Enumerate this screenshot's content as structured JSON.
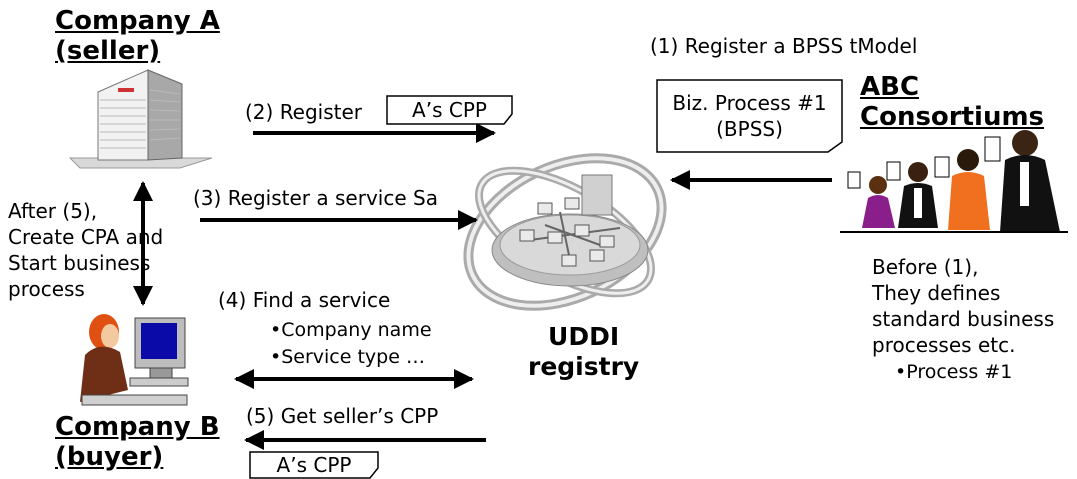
{
  "company_a": {
    "line1": "Company A",
    "line2": "(seller)"
  },
  "company_b": {
    "line1": "Company B",
    "line2": "(buyer)"
  },
  "abc": {
    "line1": "ABC",
    "line2": "Consortiums"
  },
  "uddi": {
    "line1": "UDDI",
    "line2": "registry"
  },
  "step1": "(1) Register a BPSS tModel",
  "step2": "(2) Register",
  "step2_doc": "A’s CPP",
  "step3": "(3) Register a service Sa",
  "step4": "(4) Find a service",
  "step4_bullets": [
    "•Company name",
    "•Service type …"
  ],
  "step5": "(5) Get seller’s CPP",
  "step5_doc": "A’s CPP",
  "biz_doc": {
    "line1": "Biz. Process #1",
    "line2": "(BPSS)"
  },
  "after5": [
    "After (5),",
    "Create CPA and",
    "Start business",
    "process"
  ],
  "before1": [
    "Before (1),",
    "They defines",
    "standard business",
    "processes etc."
  ],
  "before1_bullet": "•Process #1"
}
